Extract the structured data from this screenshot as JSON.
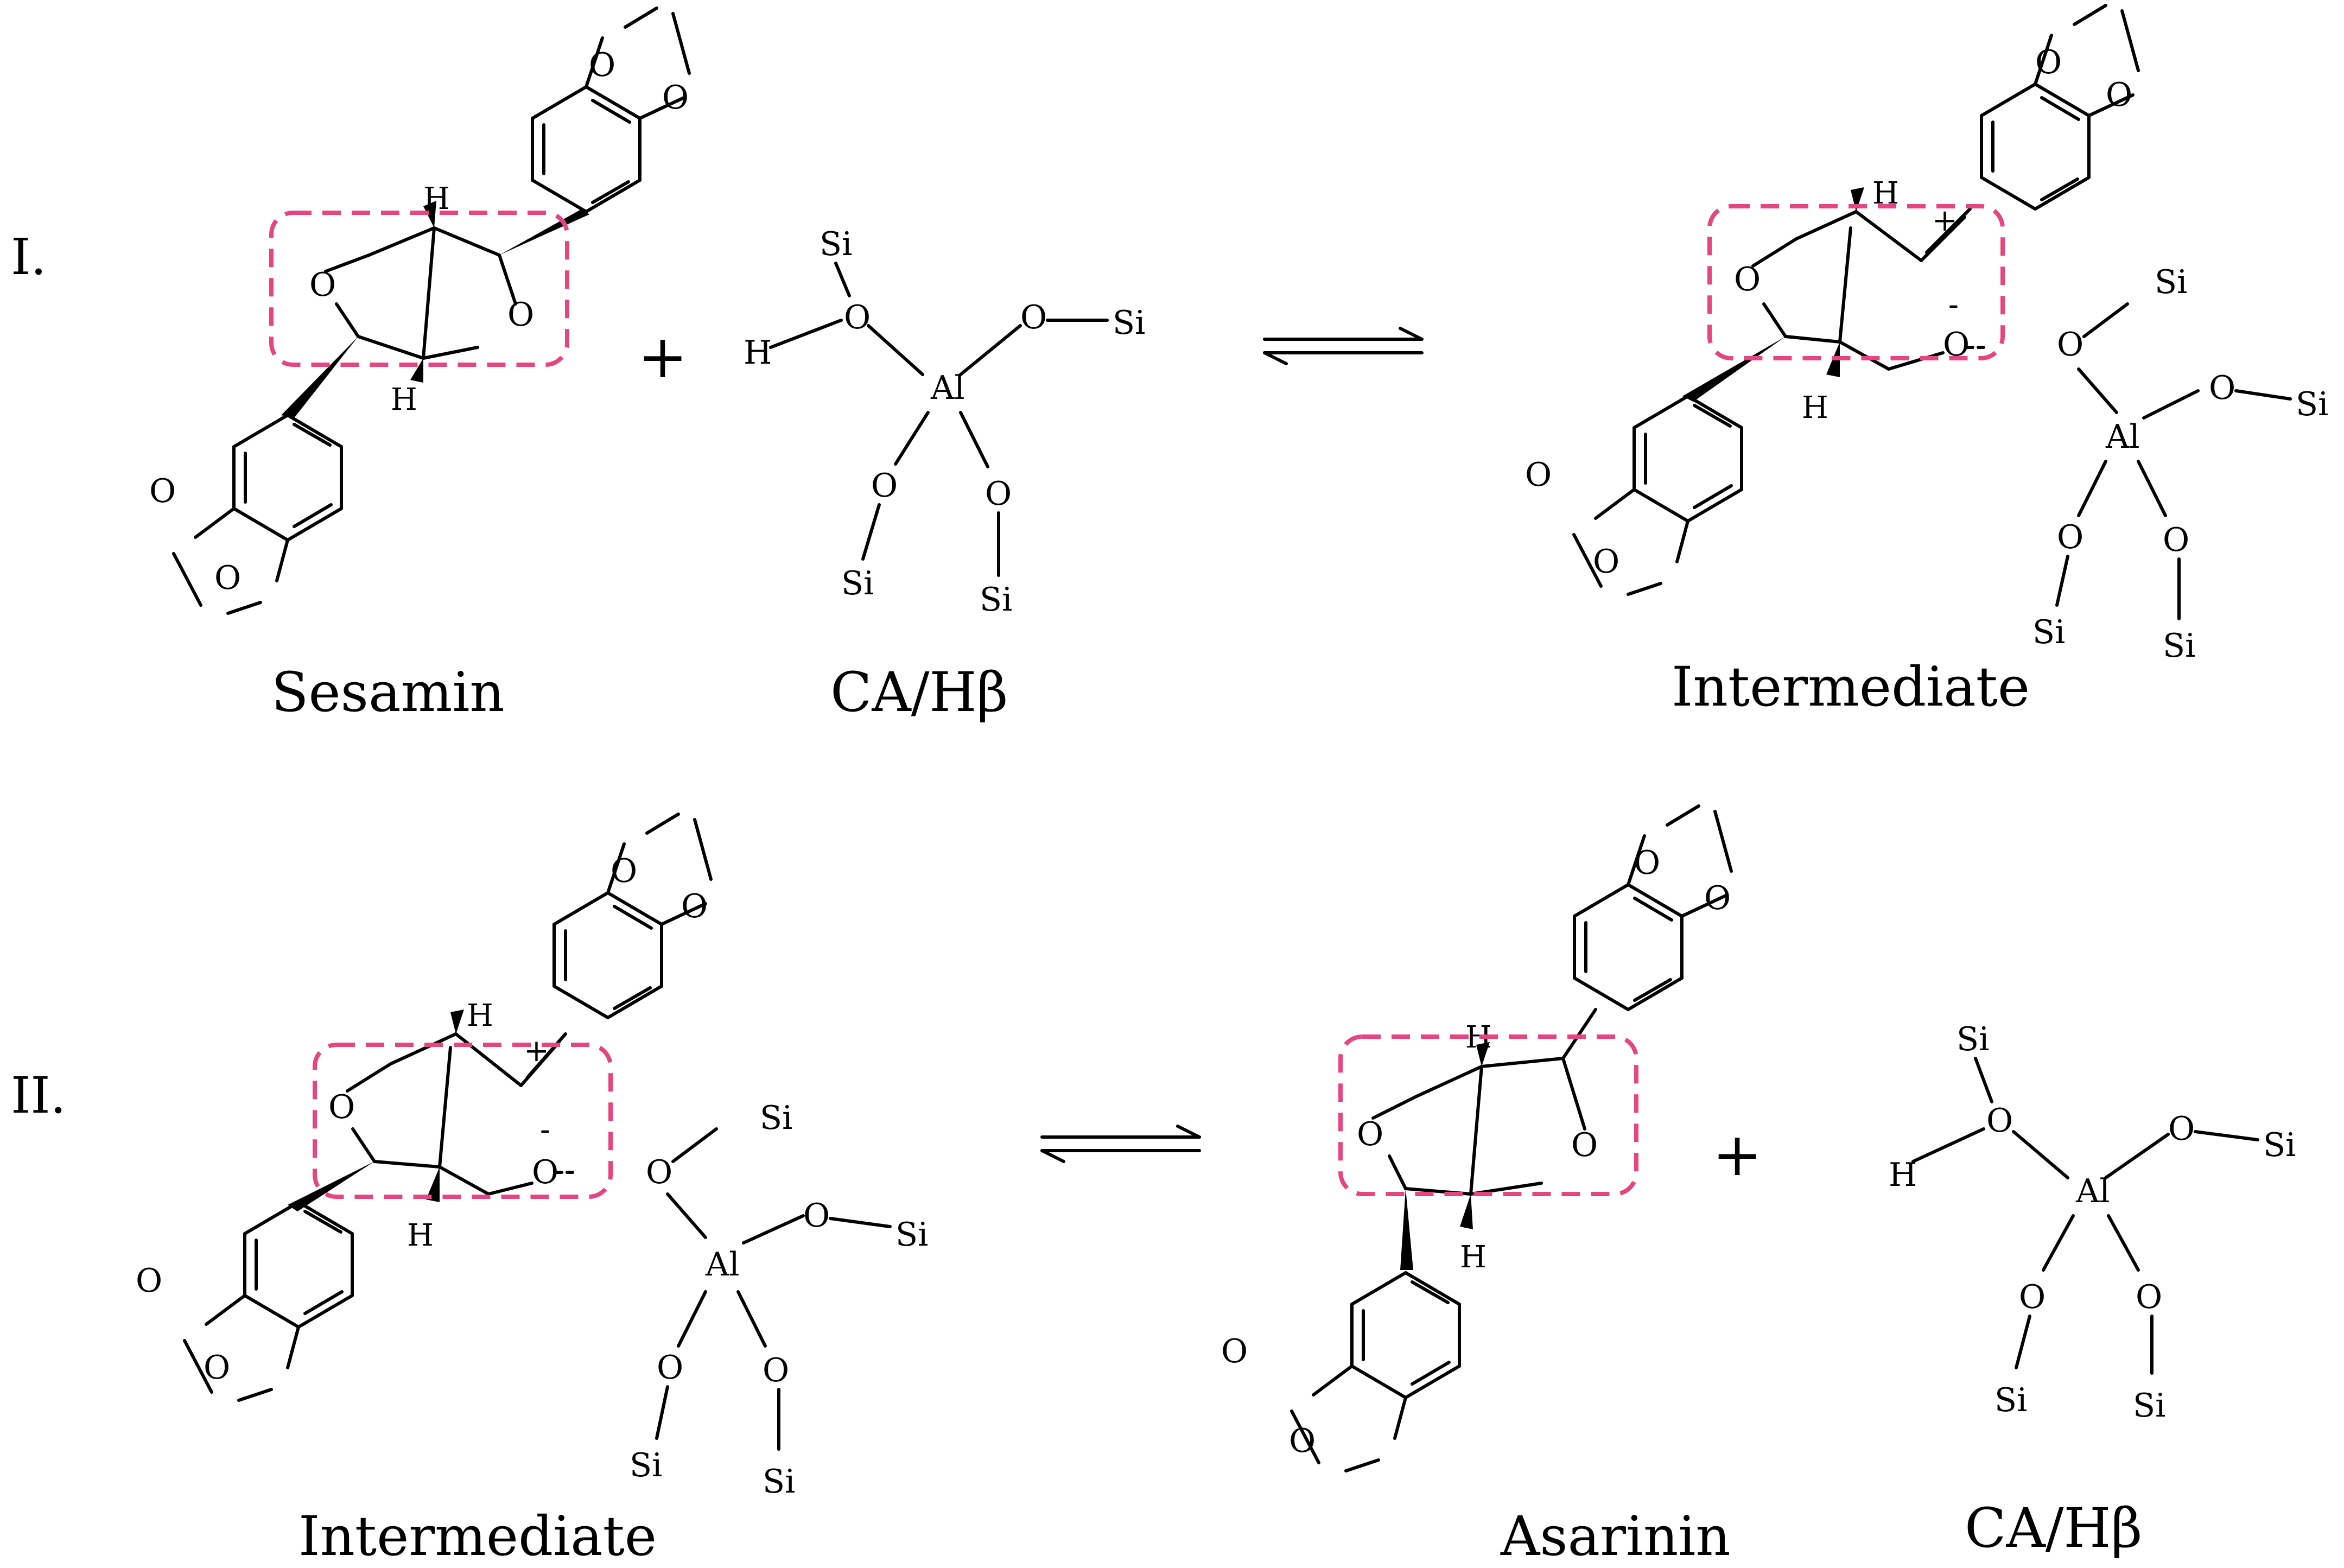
{
  "rows": [
    {
      "roman": "I.",
      "reactant_label": "Sesamin",
      "catalyst_label": "CA/Hβ",
      "product_label": "Intermediate"
    },
    {
      "roman": "II.",
      "reactant_label": "Intermediate",
      "product_label": "Asarinin",
      "catalyst_label": "CA/Hβ"
    }
  ],
  "symbols": {
    "plus": "+",
    "oxygen": "O",
    "hydrogen": "H",
    "silicon": "Si",
    "aluminum": "Al",
    "anion": "-",
    "cation": "+"
  },
  "colors": {
    "highlight_box": "#e6457f",
    "ink": "#000000"
  }
}
